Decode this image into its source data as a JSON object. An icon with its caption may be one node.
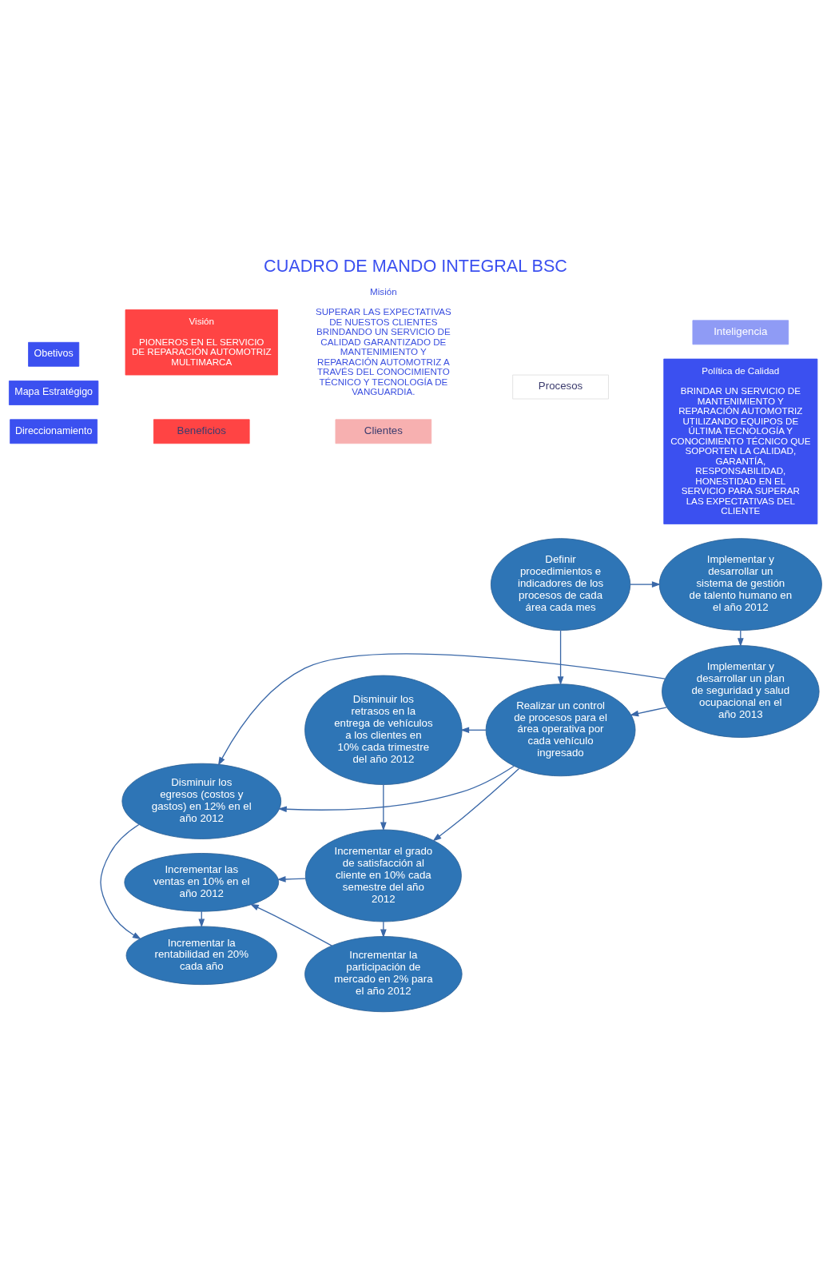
{
  "diagram": {
    "title": "CUADRO DE MANDO INTEGRAL BSC",
    "nodes": [
      {
        "text": [
          "Incrementar la rentabilidad en 20% cada año"
        ]
      },
      {
        "text": [
          "Incrementar las ventas en 10% en el año 2012"
        ]
      },
      {
        "text": [
          "Disminuir los egresos (costos y gastos) en 12% en el año 2012"
        ]
      },
      {
        "text": [
          "Incrementar el grado de satisfacción al cliente en 10% cada semestre del año 2012"
        ]
      },
      {
        "text": [
          "Incrementar la participación de mercado en 2% para el año 2012"
        ]
      },
      {
        "text": [
          "Disminuir los retrasos en la entrega de vehículos a los clientes en 10% cada trimestre del año 2012"
        ]
      },
      {
        "text": [
          "Definir procedimientos e indicadores de los procesos de cada área cada mes"
        ]
      },
      {
        "text": [
          "Realizar un control de procesos para el área operativa por cada vehículo ingresado"
        ]
      },
      {
        "text": [
          "Implementar y desarrollar un sistema de gestión de talento humano en el año 2012"
        ]
      },
      {
        "text": [
          "Implementar y desarrollar un plan de seguridad y salud ocupacional en el año 2013"
        ]
      },
      {
        "text": [
          "Beneficios"
        ]
      },
      {
        "text": [
          "Clientes"
        ]
      },
      {
        "text": [
          "Procesos"
        ]
      },
      {
        "text": [
          "Inteligencia"
        ]
      },
      {
        "text": [
          "Visión",
          "PIONEROS EN EL SERVICIO DE REPARACIÓN AUTOMOTRIZ MULTIMARCA"
        ]
      },
      {
        "text": [
          "Misión",
          "SUPERAR LAS EXPECTATIVAS DE NUESTOS CLIENTES BRINDANDO UN SERVICIO DE CALIDAD GARANTIZADO DE MANTENIMIENTO Y REPARACIÓN AUTOMOTRIZ A TRAVÉS DEL CONOCIMIENTO TÉCNICO Y TECNOLOGÍA DE VANGUARDIA."
        ]
      },
      {
        "text": [
          "Política de Calidad",
          "BRINDAR UN SERVICIO DE MANTENIMIENTO Y REPARACIÓN AUTOMOTRIZ UTILIZANDO EQUIPOS DE ÚLTIMA TECNOLOGÍA Y CONOCIMIENTO TÉCNICO QUE SOPORTEN LA CALIDAD, GARANTÍA, RESPONSABILIDAD, HONESTIDAD EN EL SERVICIO PARA SUPERAR LAS EXPECTATIVAS DEL CLIENTE"
        ]
      }
    ],
    "edges": [
      {
        "from": 1,
        "to": 0,
        "arrow": "to"
      },
      {
        "from": 2,
        "to": 0,
        "arrow": "to"
      },
      {
        "from": 3,
        "to": 1,
        "arrow": "to"
      },
      {
        "from": 4,
        "to": 1,
        "arrow": "to"
      },
      {
        "from": 3,
        "to": 4,
        "arrow": "to"
      },
      {
        "from": 5,
        "to": 3,
        "arrow": "to"
      },
      {
        "from": 7,
        "to": 2,
        "arrow": "to"
      },
      {
        "from": 9,
        "to": 2,
        "arrow": "to"
      },
      {
        "from": 7,
        "to": 5,
        "arrow": "to"
      },
      {
        "from": 7,
        "to": 3,
        "arrow": "to"
      },
      {
        "from": 6,
        "to": 7,
        "arrow": "to"
      },
      {
        "from": 6,
        "to": 8,
        "arrow": "to"
      },
      {
        "from": 8,
        "to": 9,
        "arrow": "to"
      },
      {
        "from": 9,
        "to": 7,
        "arrow": "to"
      }
    ],
    "labels": [
      "Direccionamiento",
      "Obetivos",
      "Mapa Estratégigo"
    ]
  }
}
